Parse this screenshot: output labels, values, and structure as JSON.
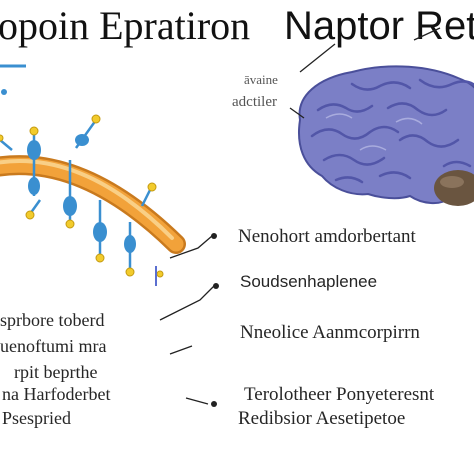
{
  "title": {
    "left": "opoin Epratiron",
    "right": "Naptor Ret"
  },
  "brain_labels": {
    "line1": "āvaine",
    "line2": "adctiler"
  },
  "right_labels": [
    "Nenohort amdorbertant",
    "Soudsenhaplenee",
    "Nneolice Aanmcorpirrn",
    "Terolotheer Ponyeteresnt",
    "Redibsior Aesetipetoe"
  ],
  "left_labels": [
    "sprbore toberd",
    "uenoftumi mra",
    "rpit beprthe",
    "na Harfoderbet",
    "Psespried"
  ],
  "colors": {
    "axon": "#f2a23a",
    "myelin_blue": "#3a8fd0",
    "knob_yellow": "#f2cb2c",
    "brain_purple": "#7b7fc6",
    "cerebellum": "#6a5540"
  }
}
